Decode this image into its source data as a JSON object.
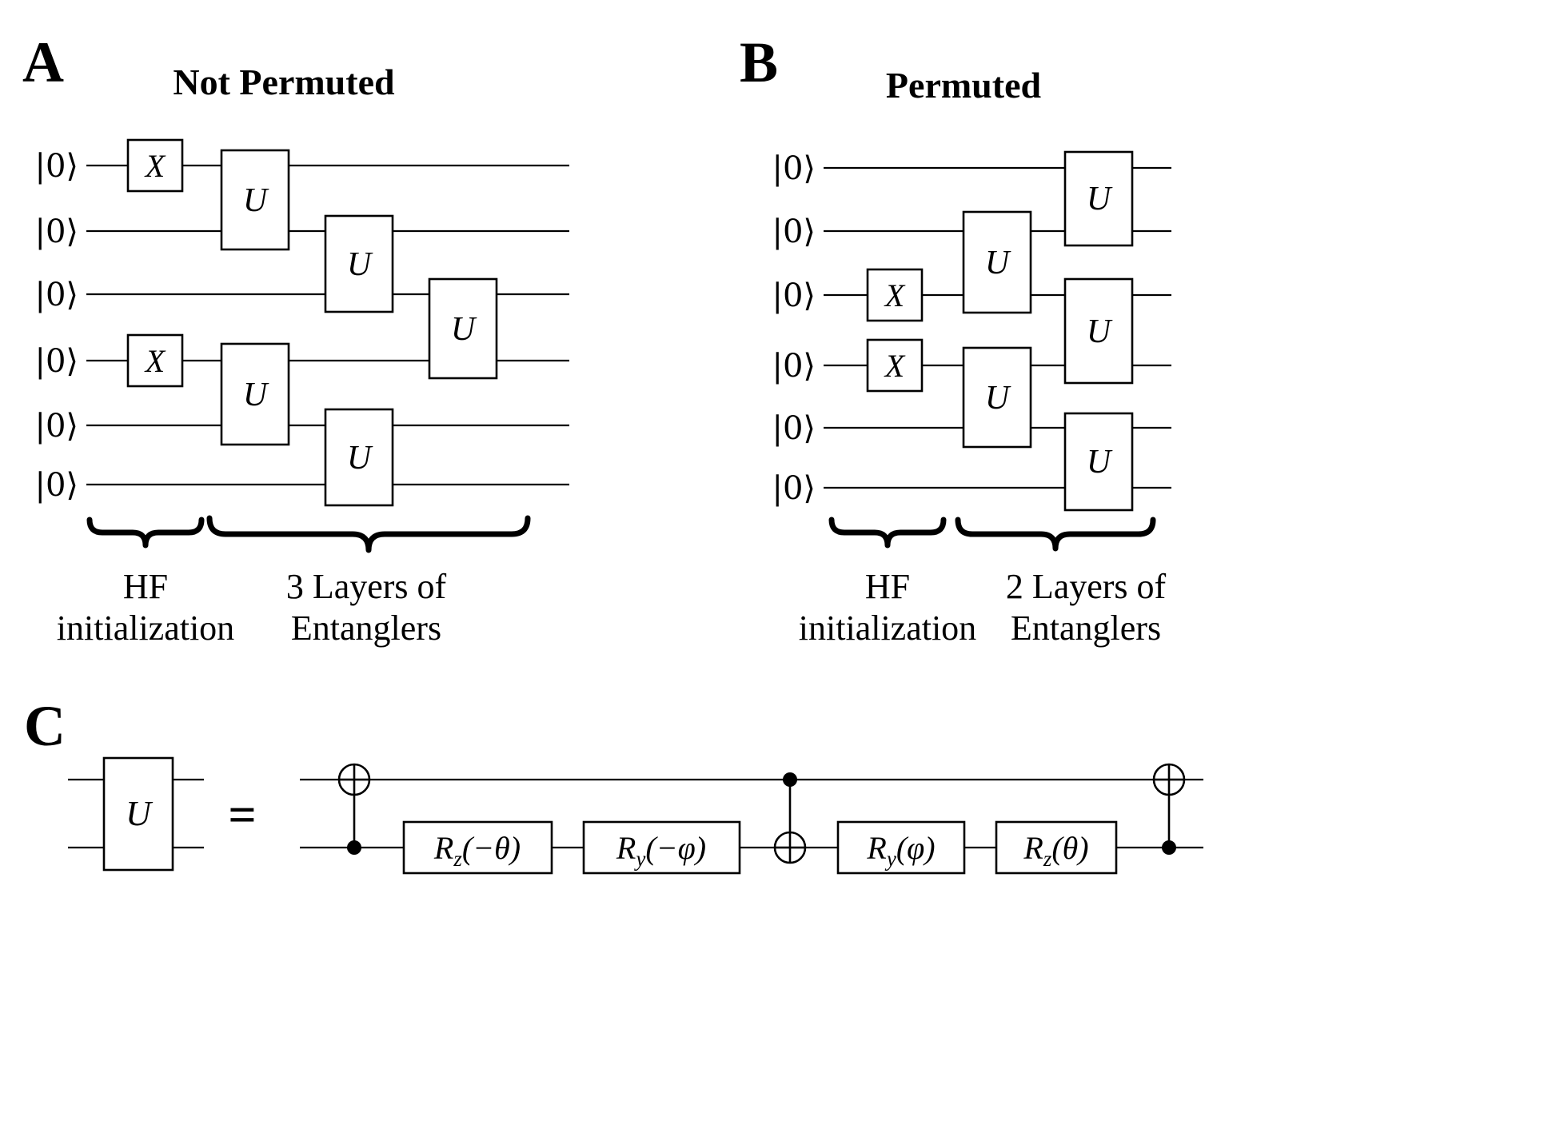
{
  "panelA": {
    "label": "A",
    "title": "Not Permuted",
    "qubits": 6,
    "x_gates_on_qubits": [
      1,
      4
    ],
    "entangler_layers": [
      [
        [
          1,
          2
        ],
        [
          4,
          5
        ]
      ],
      [
        [
          2,
          3
        ],
        [
          5,
          6
        ]
      ],
      [
        [
          3,
          4
        ]
      ]
    ],
    "hf_brace": {
      "line1": "HF",
      "line2": "initialization"
    },
    "entangler_brace": {
      "line1": "3 Layers of",
      "line2": "Entanglers"
    }
  },
  "panelB": {
    "label": "B",
    "title": "Permuted",
    "qubits": 6,
    "x_gates_on_qubits": [
      3,
      4
    ],
    "entangler_layers": [
      [
        [
          2,
          3
        ],
        [
          4,
          5
        ]
      ],
      [
        [
          1,
          2
        ],
        [
          3,
          4
        ],
        [
          5,
          6
        ]
      ]
    ],
    "hf_brace": {
      "line1": "HF",
      "line2": "initialization"
    },
    "entangler_brace": {
      "line1": "2 Layers of",
      "line2": "Entanglers"
    }
  },
  "panelC": {
    "label": "C",
    "equals": "=",
    "lhs_gate": "U",
    "sequence": [
      "CNOT target-top control-bottom",
      "Rz(−θ)",
      "Ry(−φ)",
      "CNOT control-top target-bottom",
      "Ry(φ)",
      "Rz(θ)",
      "CNOT target-top control-bottom"
    ],
    "gates": {
      "rz_neg": {
        "base": "R",
        "sub": "z",
        "arg": "(−θ)"
      },
      "ry_neg": {
        "base": "R",
        "sub": "y",
        "arg": "(−φ)"
      },
      "ry_pos": {
        "base": "R",
        "sub": "y",
        "arg": "(φ)"
      },
      "rz_pos": {
        "base": "R",
        "sub": "z",
        "arg": "(θ)"
      }
    }
  },
  "symbols": {
    "ket_zero": "|0⟩",
    "x_gate": "X",
    "u_gate": "U"
  },
  "colors": {
    "ink": "#000000",
    "background": "#ffffff"
  }
}
